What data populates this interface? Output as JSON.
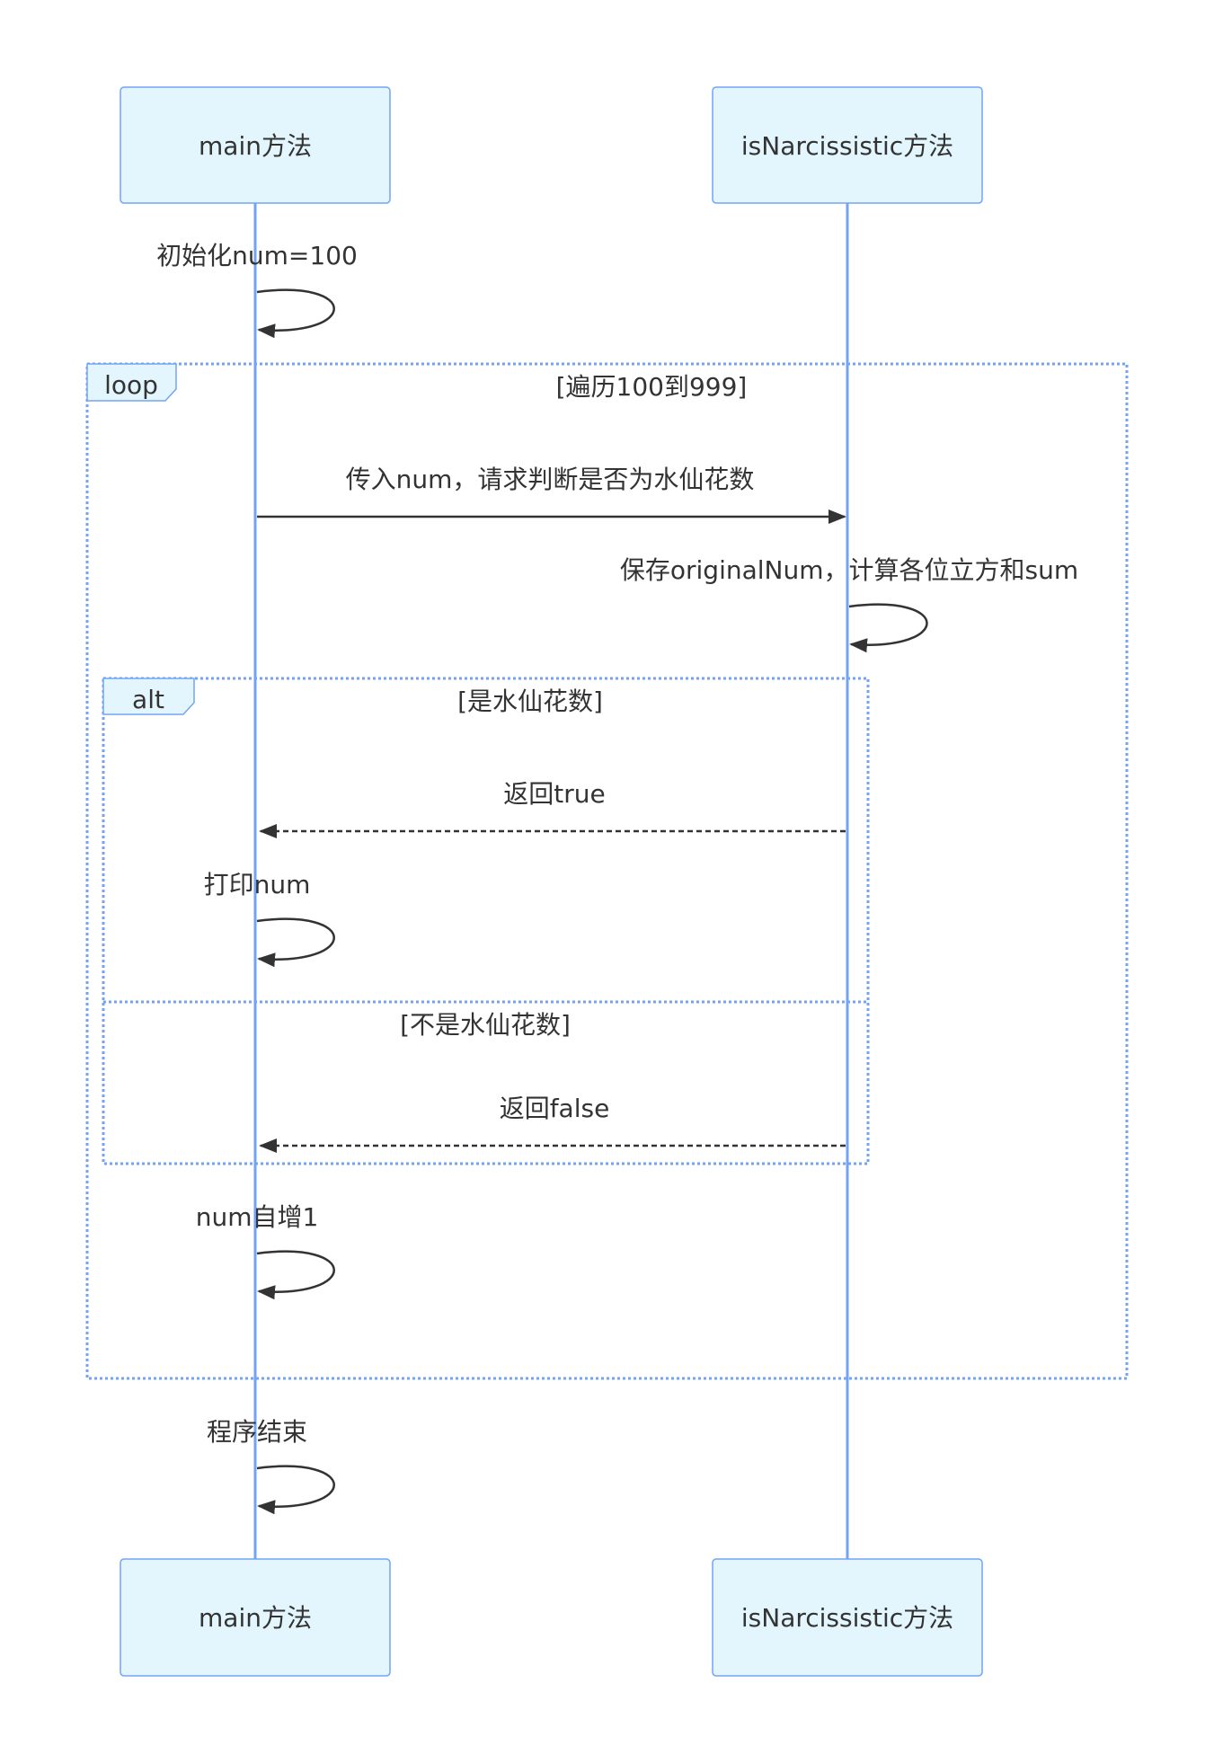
{
  "diagram": {
    "type": "sequence",
    "colors": {
      "actor_fill": "#e3f5fd",
      "actor_border": "#73a3f5",
      "lifeline": "#73a3f5",
      "frame_border": "#73a3f5",
      "frame_label_fill": "#e3f5fd",
      "text": "#333333",
      "arrow": "#333333"
    },
    "actors": [
      {
        "id": "main",
        "label": "main方法"
      },
      {
        "id": "isN",
        "label": "isNarcissistic方法"
      }
    ],
    "steps": [
      {
        "kind": "self",
        "actor": "main",
        "text": "初始化num=100"
      },
      {
        "kind": "loop_start",
        "label": "loop",
        "condition": "[遍历100到999]"
      },
      {
        "kind": "message",
        "from": "main",
        "to": "isN",
        "style": "solid",
        "text": "传入num，请求判断是否为水仙花数"
      },
      {
        "kind": "self",
        "actor": "isN",
        "text": "保存originalNum，计算各位立方和sum"
      },
      {
        "kind": "alt_start",
        "label": "alt",
        "condition": "[是水仙花数]"
      },
      {
        "kind": "message",
        "from": "isN",
        "to": "main",
        "style": "dashed",
        "text": "返回true"
      },
      {
        "kind": "self",
        "actor": "main",
        "text": "打印num"
      },
      {
        "kind": "else",
        "condition": "[不是水仙花数]"
      },
      {
        "kind": "message",
        "from": "isN",
        "to": "main",
        "style": "dashed",
        "text": "返回false"
      },
      {
        "kind": "alt_end"
      },
      {
        "kind": "self",
        "actor": "main",
        "text": "num自增1"
      },
      {
        "kind": "loop_end"
      },
      {
        "kind": "self",
        "actor": "main",
        "text": "程序结束"
      }
    ]
  }
}
